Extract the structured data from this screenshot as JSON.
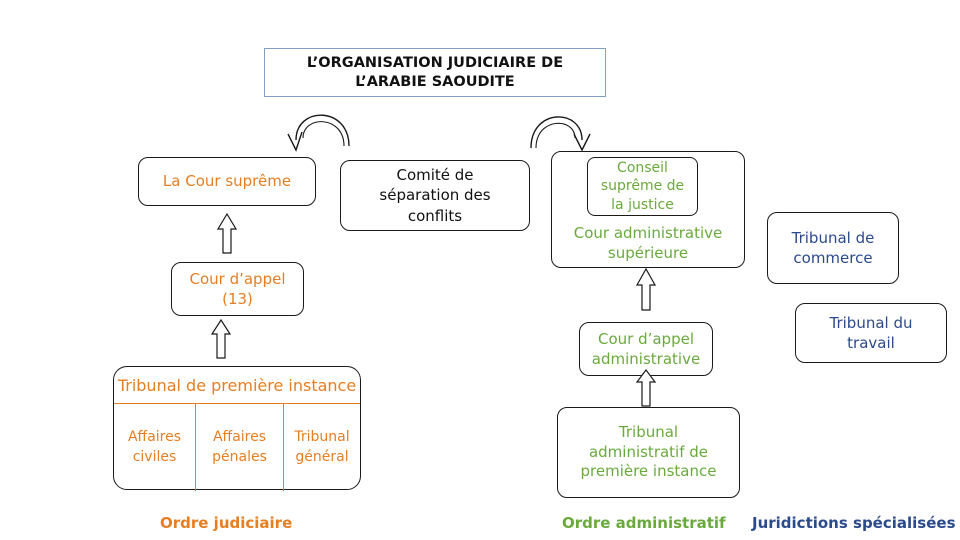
{
  "title": "L’ORGANISATION JUDICIAIRE DE L’ARABIE SAOUDITE",
  "nodes": {
    "cour_supreme": "La Cour suprême",
    "comite": "Comité de séparation des conflits",
    "cour_appel": "Cour d’appel (13)",
    "tribunal_premiere_instance": "Tribunal de première instance",
    "affaires_civiles": "Affaires civiles",
    "affaires_penales": "Affaires pénales",
    "tribunal_general": "Tribunal général",
    "conseil_supreme": "Conseil suprême de la justice",
    "cour_admin_superieure": "Cour administrative supérieure",
    "cour_appel_admin": "Cour d’appel administrative",
    "tribunal_admin_premiere": "Tribunal administratif de première instance",
    "tribunal_commerce": "Tribunal de commerce",
    "tribunal_travail": "Tribunal du travail"
  },
  "footers": {
    "judiciaire": "Ordre judiciaire",
    "administratif": "Ordre administratif",
    "specialisees": "Juridictions spécialisées"
  },
  "colors": {
    "judiciaire": "#e67e22",
    "administratif": "#6aaa3c",
    "specialisees": "#2b4a8b"
  }
}
